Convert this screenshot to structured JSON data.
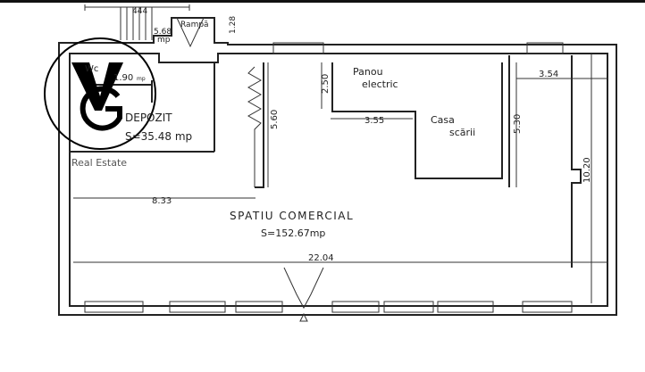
{
  "plan": {
    "dim_top": "444",
    "stair_area": "5.68",
    "stair_area_unit": "mp",
    "ramp": "Rampă",
    "dim_ramp": "1.28",
    "wc": "Wc",
    "wc_area": "1.90",
    "wc_area_unit": "mp",
    "depozit_name": "DEPOZIT",
    "depozit_area": "S=35.48 mp",
    "dim_560": "5.60",
    "dim_250": "2.50",
    "panou_line1": "Panou",
    "panou_line2": "electric",
    "dim_355": "3.55",
    "casa_line1": "Casa",
    "casa_line2": "scării",
    "dim_354": "3.54",
    "dim_530": "5.30",
    "dim_1020": "10.20",
    "dim_833": "8.33",
    "main_name": "SPATIU COMERCIAL",
    "main_area": "S=152.67mp",
    "dim_2204": "22.04"
  },
  "logo": {
    "monogram_v": "V",
    "monogram_g": "G",
    "text": "Real Estate"
  }
}
